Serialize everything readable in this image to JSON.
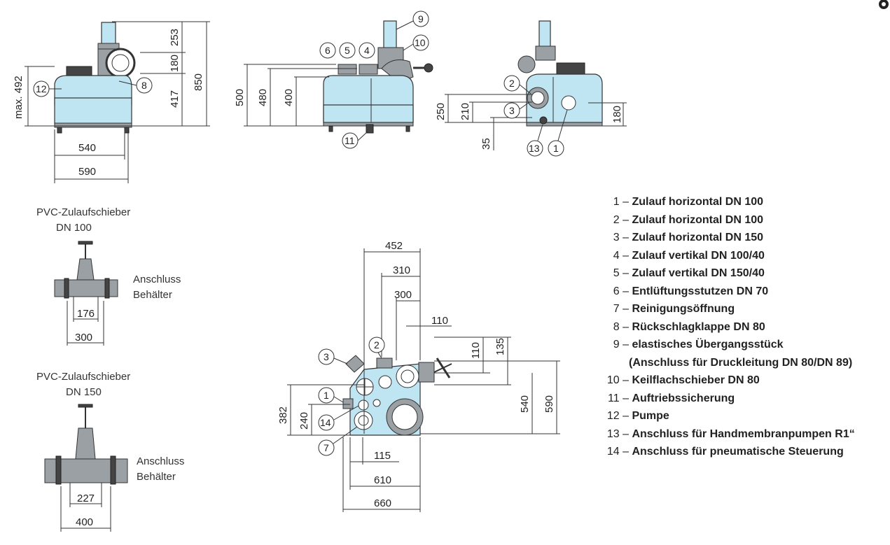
{
  "legend": [
    {
      "num": "1 –",
      "text": "Zulauf horizontal DN 100"
    },
    {
      "num": "2 –",
      "text": "Zulauf horizontal DN 100"
    },
    {
      "num": "3 –",
      "text": "Zulauf horizontal DN 150"
    },
    {
      "num": "4 –",
      "text": "Zulauf vertikal DN 100/40"
    },
    {
      "num": "5 –",
      "text": "Zulauf vertikal DN 150/40"
    },
    {
      "num": "6 –",
      "text": "Entlüftungsstutzen DN 70"
    },
    {
      "num": "7 –",
      "text": "Reinigungsöffnung"
    },
    {
      "num": "8 –",
      "text": "Rückschlagklappe DN 80"
    },
    {
      "num": "9 –",
      "text": "elastisches Übergangsstück",
      "cont": "(Anschluss für Druckleitung DN 80/DN 89)"
    },
    {
      "num": "10 –",
      "text": "Keilflachschieber DN 80"
    },
    {
      "num": "11 –",
      "text": "Auftriebssicherung"
    },
    {
      "num": "12 –",
      "text": "Pumpe"
    },
    {
      "num": "13 –",
      "text": "Anschluss für Handmembranpumpen R1“"
    },
    {
      "num": "14 –",
      "text": "Anschluss für pneumatische Steuerung"
    }
  ],
  "front_view": {
    "w540": "540",
    "w590": "590",
    "h253": "253",
    "h180": "180",
    "h417": "417",
    "h850": "850",
    "hmax": "max. 492",
    "c12": "12",
    "c8": "8"
  },
  "side_view": {
    "h500": "500",
    "h480": "480",
    "h400": "400",
    "c6": "6",
    "c5": "5",
    "c4": "4",
    "c9": "9",
    "c10": "10",
    "c11": "11"
  },
  "back_view": {
    "h250": "250",
    "h210": "210",
    "h35": "35",
    "h180": "180",
    "c2": "2",
    "c3": "3",
    "c13": "13",
    "c1": "1"
  },
  "valve100": {
    "title1": "PVC-Zulaufschieber",
    "title2": "DN 100",
    "side1": "Anschluss",
    "side2": "Behälter",
    "d1": "176",
    "d2": "300"
  },
  "valve150": {
    "title1": "PVC-Zulaufschieber",
    "title2": "DN 150",
    "side1": "Anschluss",
    "side2": "Behälter",
    "d1": "227",
    "d2": "400"
  },
  "top_view": {
    "d452": "452",
    "d310": "310",
    "d300": "300",
    "d110a": "110",
    "d110b": "110",
    "d135": "135",
    "d540": "540",
    "d590": "590",
    "d382": "382",
    "d240": "240",
    "d115": "115",
    "d610": "610",
    "d660": "660",
    "c3": "3",
    "c2": "2",
    "c1": "1",
    "c14": "14",
    "c7": "7"
  }
}
